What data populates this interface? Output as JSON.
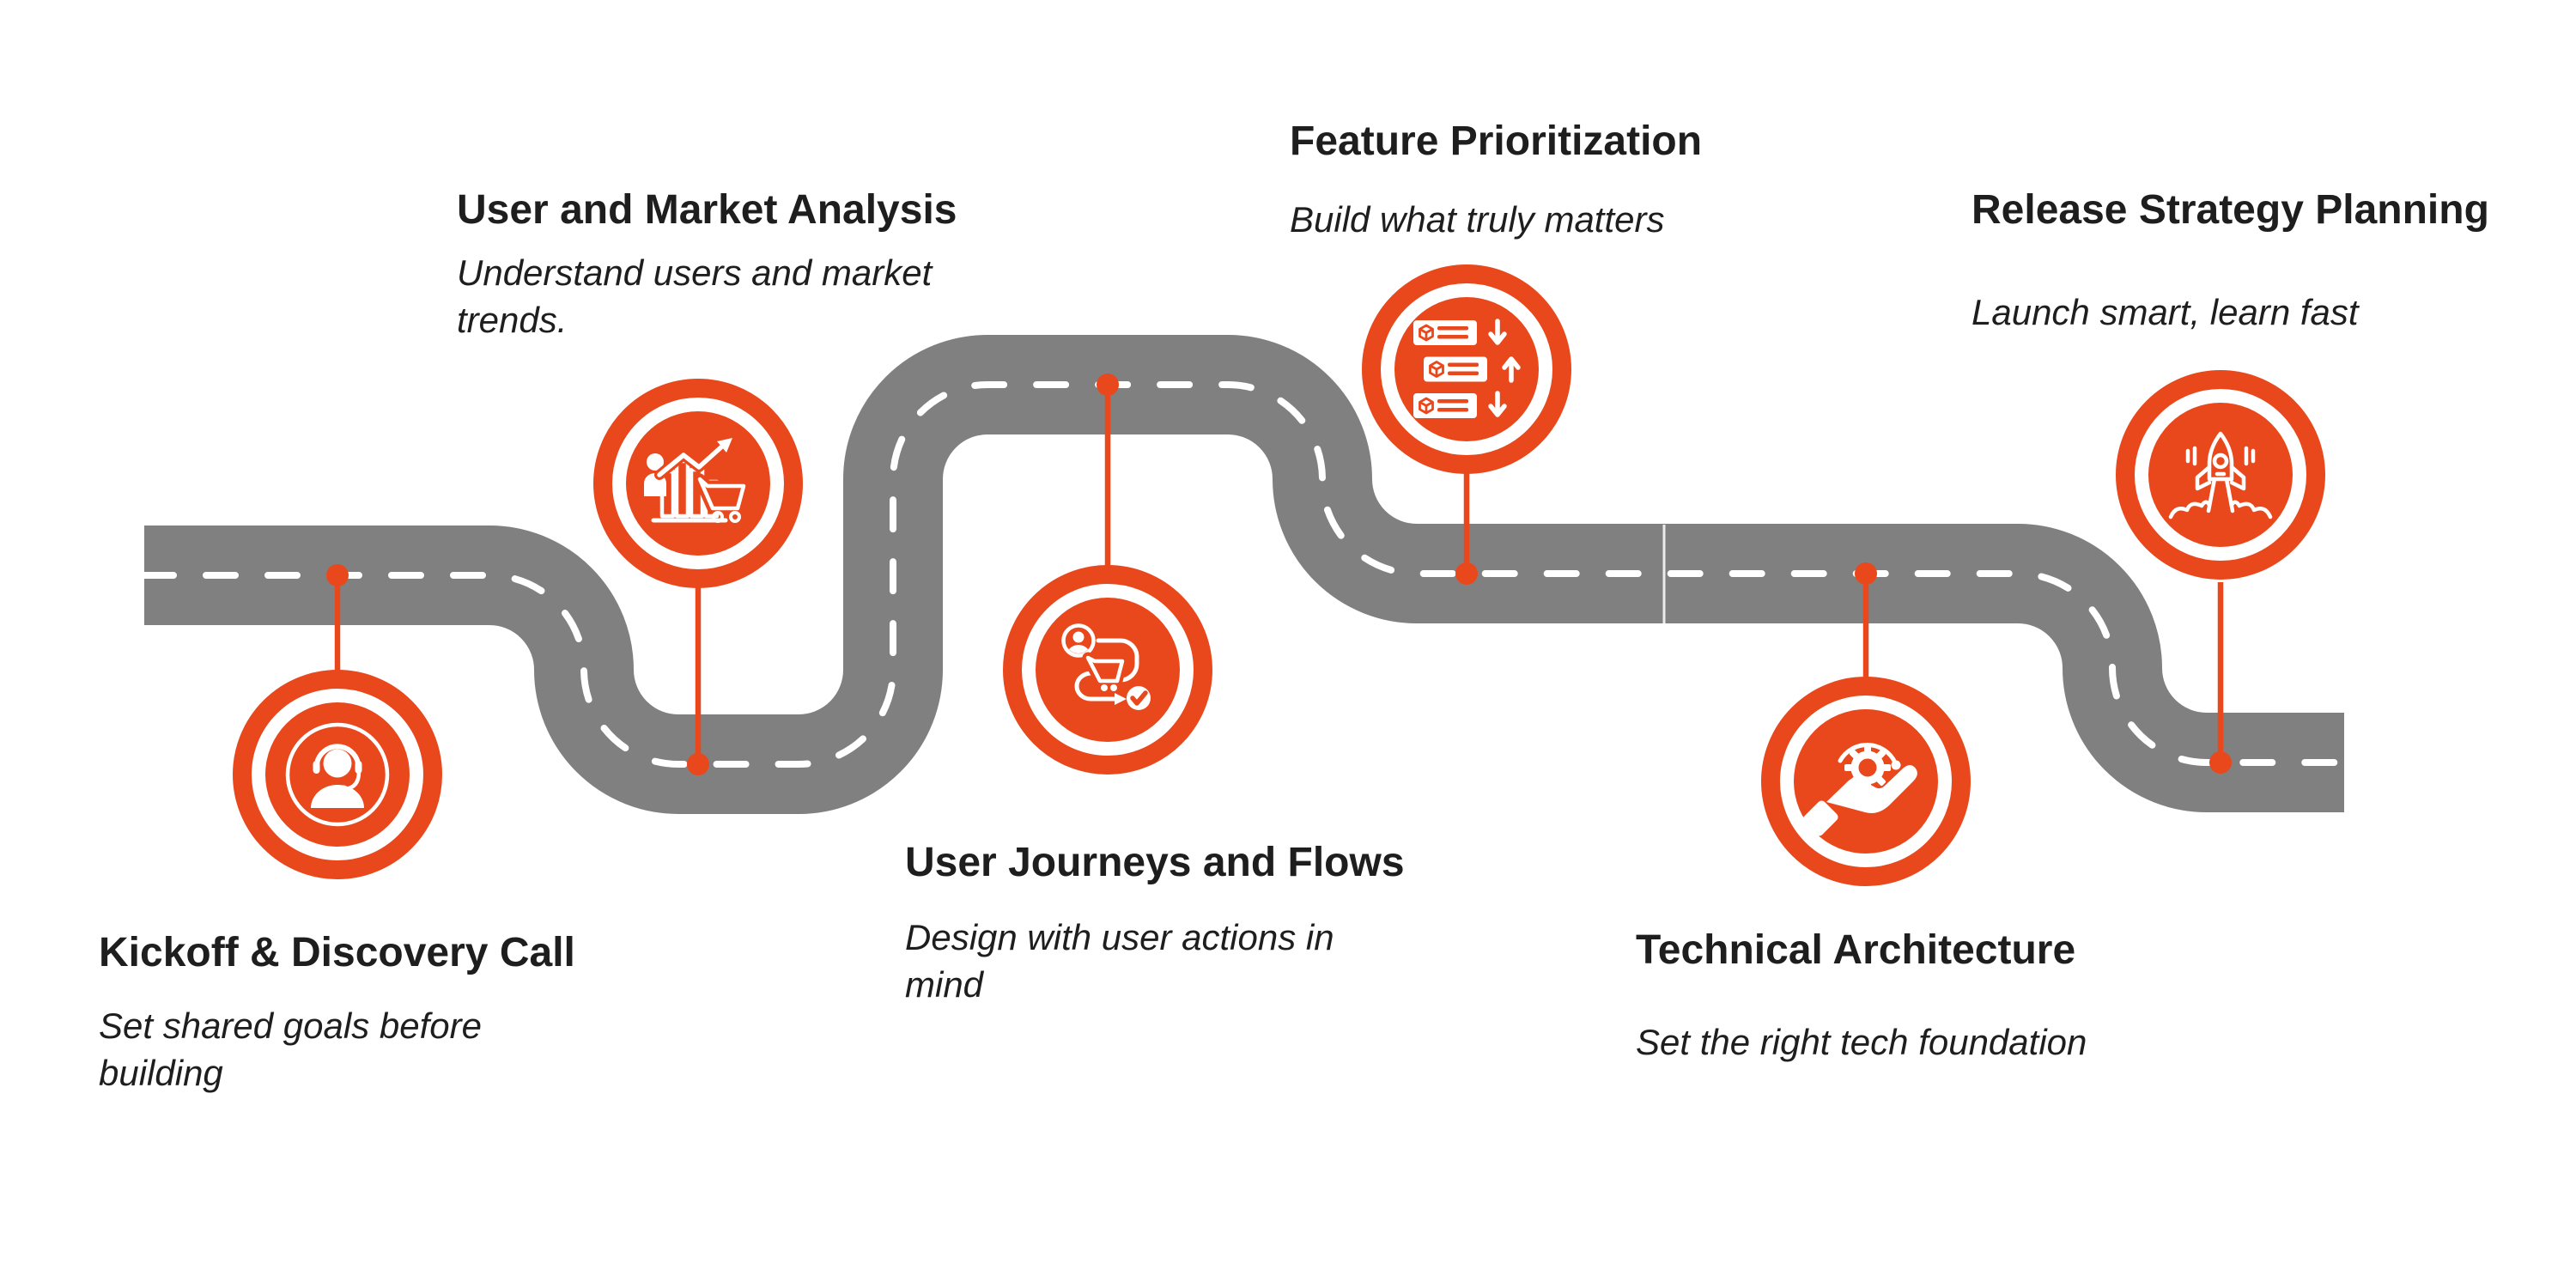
{
  "colors": {
    "accent_orange": "#E8481C",
    "road_gray": "#808080",
    "dash_white": "#FFFFFF",
    "text_dark": "#1E1E1E",
    "background": "#FFFFFF"
  },
  "diagram": {
    "type": "roadmap-timeline",
    "road_style": "gray road with white dashed center line, squared ends, visible tile seam"
  },
  "milestones": [
    {
      "title": "Kickoff & Discovery Call",
      "subtitle": "Set shared goals before\nbuilding",
      "icon": "headset-agent-icon"
    },
    {
      "title": "User and Market Analysis",
      "subtitle": "Understand users and market\ntrends.",
      "icon": "market-analysis-icon"
    },
    {
      "title": "User Journeys and Flows",
      "subtitle": "Design with user actions in\nmind",
      "icon": "user-journey-icon"
    },
    {
      "title": "Feature Prioritization",
      "subtitle": "Build what truly matters",
      "icon": "feature-priority-icon"
    },
    {
      "title": "Technical Architecture",
      "subtitle": "Set the right tech foundation",
      "icon": "hand-gear-icon"
    },
    {
      "title": "Release Strategy Planning",
      "subtitle": "Launch smart, learn fast",
      "icon": "rocket-launch-icon"
    }
  ]
}
